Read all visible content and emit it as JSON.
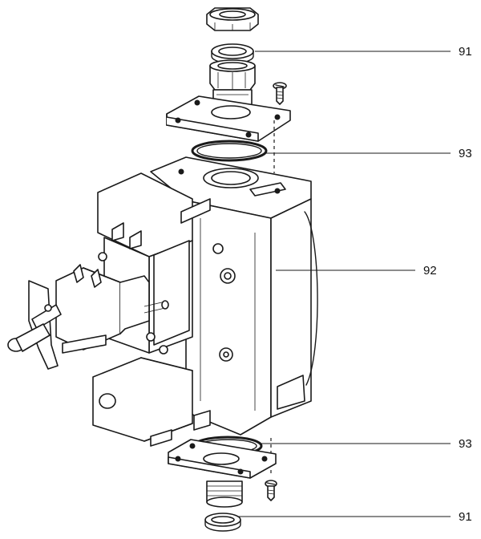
{
  "callouts": [
    {
      "id": "c1",
      "label": "91"
    },
    {
      "id": "c2",
      "label": "93"
    },
    {
      "id": "c3",
      "label": "92"
    },
    {
      "id": "c4",
      "label": "93"
    },
    {
      "id": "c5",
      "label": "91"
    }
  ]
}
